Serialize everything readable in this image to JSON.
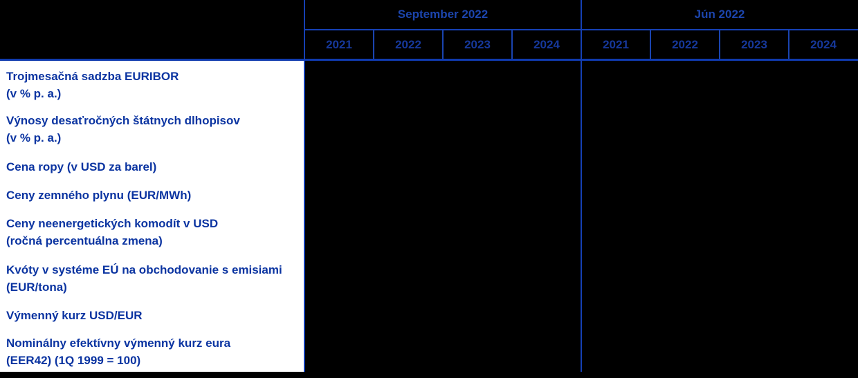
{
  "table": {
    "description": "assumptions-comparison-table",
    "groups": [
      {
        "label": "September 2022",
        "years": [
          "2021",
          "2022",
          "2023",
          "2024"
        ]
      },
      {
        "label": "Jún 2022",
        "years": [
          "2021",
          "2022",
          "2023",
          "2024"
        ]
      }
    ],
    "rows": [
      {
        "line1": "Trojmesačná sadzba EURIBOR",
        "line2": "(v % p. a.)"
      },
      {
        "line1": "Výnosy desaťročných štátnych dlhopisov",
        "line2": "(v % p. a.)"
      },
      {
        "line1": "Cena ropy (v USD za barel)",
        "line2": ""
      },
      {
        "line1": "Ceny zemného plynu (EUR/MWh)",
        "line2": ""
      },
      {
        "line1": "Ceny neenergetických komodít v USD",
        "line2": "(ročná percentuálna zmena)"
      },
      {
        "line1": "Kvóty v systéme EÚ na obchodovanie s emisiami",
        "line2": "(EUR/tona)"
      },
      {
        "line1": "Výmenný kurz USD/EUR",
        "line2": ""
      },
      {
        "line1": "Nominálny efektívny výmenný kurz eura",
        "line2": "(EER42) (1Q 1999 = 100)"
      }
    ]
  },
  "colors": {
    "background": "#000000",
    "label_panel": "#ffffff",
    "label_text_blue": "#0b34a1",
    "header_text_blue": "#1c45ad",
    "grid_line_blue": "#1540b4"
  }
}
